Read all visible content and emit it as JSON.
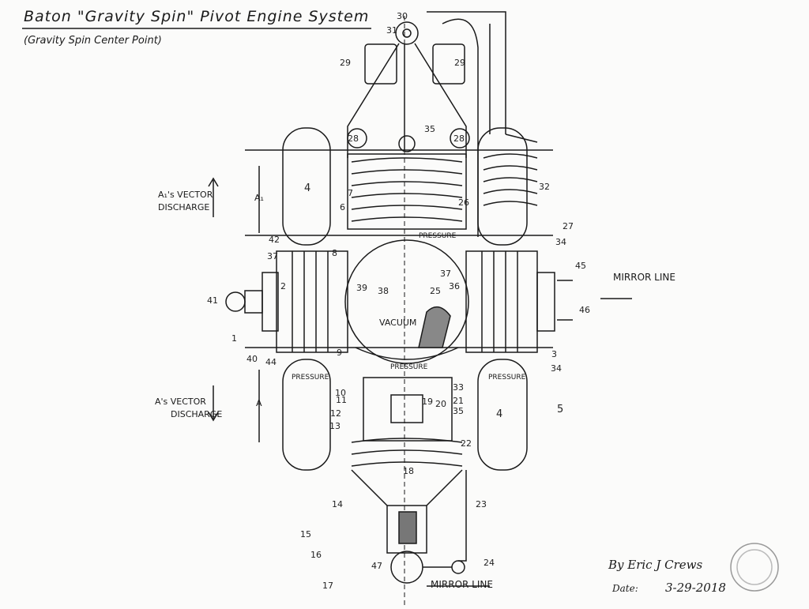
{
  "title": "Baton  \"Gravity Spin\" Pivot Engine System",
  "subtitle": "(Gravity Spin Center Point)",
  "side_labels": {
    "a1_vector": "A₁'s VECTOR",
    "a1_discharge": "DISCHARGE",
    "a_vector": "A's VECTOR",
    "a_discharge": "DISCHARGE",
    "a1_letter": "A₁",
    "a_letter": "A"
  },
  "inner_labels": {
    "vacuum": "VACUUM",
    "pressure_top": "PRESSURE",
    "pressure_mid": "PRESSURE",
    "pressure_left": "PRESSURE",
    "pressure_right": "PRESSURE",
    "mirror_line_right": "MIRROR LINE",
    "mirror_line_bottom": "MIRROR LINE"
  },
  "callouts": [
    "1",
    "3",
    "4",
    "4",
    "5",
    "6",
    "7",
    "8",
    "9",
    "10",
    "11",
    "12",
    "13",
    "14",
    "15",
    "16",
    "17",
    "18",
    "19",
    "20",
    "21",
    "22",
    "23",
    "24",
    "25",
    "26",
    "27",
    "28",
    "28",
    "29",
    "29",
    "30",
    "31",
    "32",
    "33",
    "34",
    "34",
    "35",
    "35",
    "36",
    "37",
    "37",
    "38",
    "39",
    "40",
    "41",
    "42",
    "44",
    "45",
    "46",
    "47"
  ],
  "signature": {
    "by": "By Eric J Crews",
    "date_label": "Date:",
    "date": "3-29-2018"
  },
  "colors": {
    "ink": "#1a1a1a",
    "paper": "#fbfbfa"
  }
}
